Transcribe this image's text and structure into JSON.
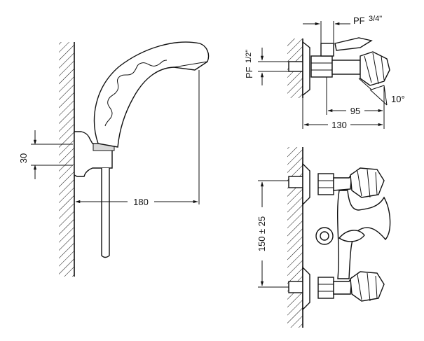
{
  "drawing": {
    "left_view": {
      "dim_30": "30",
      "dim_180": "180"
    },
    "top_right_view": {
      "thread_top": "PF",
      "thread_top_fraction": "3/4\"",
      "thread_left": "PF",
      "thread_left_fraction": "1/2\"",
      "angle": "10°",
      "dim_95": "95",
      "dim_130": "130"
    },
    "bottom_right_view": {
      "dim_center": "150 ± 25"
    }
  }
}
